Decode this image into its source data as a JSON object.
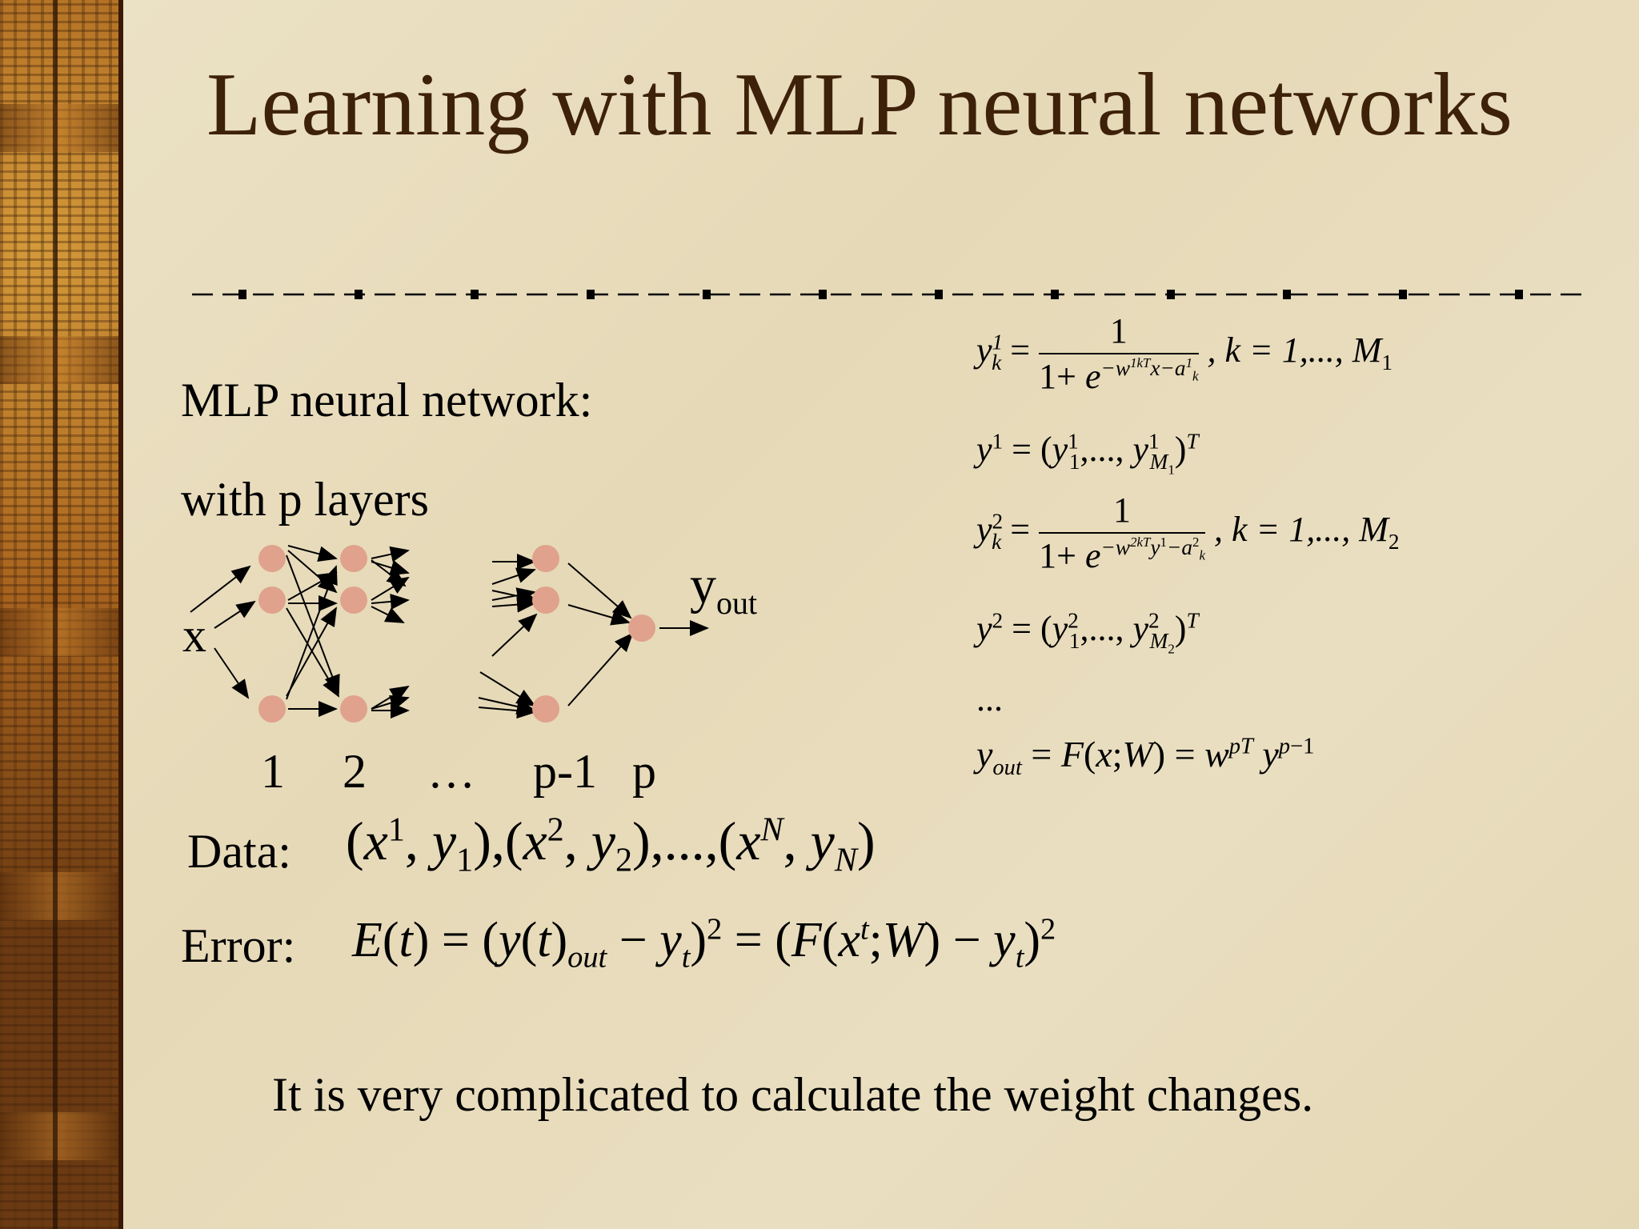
{
  "title": "Learning with MLP neural networks",
  "subheading": {
    "mlp": "MLP neural network:",
    "layers": "with p layers"
  },
  "network": {
    "input_label": "x",
    "output_label_base": "y",
    "output_label_sub": "out",
    "layer_labels": [
      "1",
      "2",
      "…",
      "p-1",
      "p"
    ]
  },
  "data_label": "Data:",
  "error_label": "Error:",
  "conclusion": "It is very complicated to calculate the weight changes.",
  "equations": {
    "eq1_range": ", k = 1,..., M",
    "eq1_range_sub": "1",
    "eq3_range": ", k = 1,..., M",
    "eq3_range_sub": "2",
    "ellipsis": "..."
  },
  "colors": {
    "title": "#3d2108",
    "node": "#e0a28c",
    "divider": "#000000"
  }
}
